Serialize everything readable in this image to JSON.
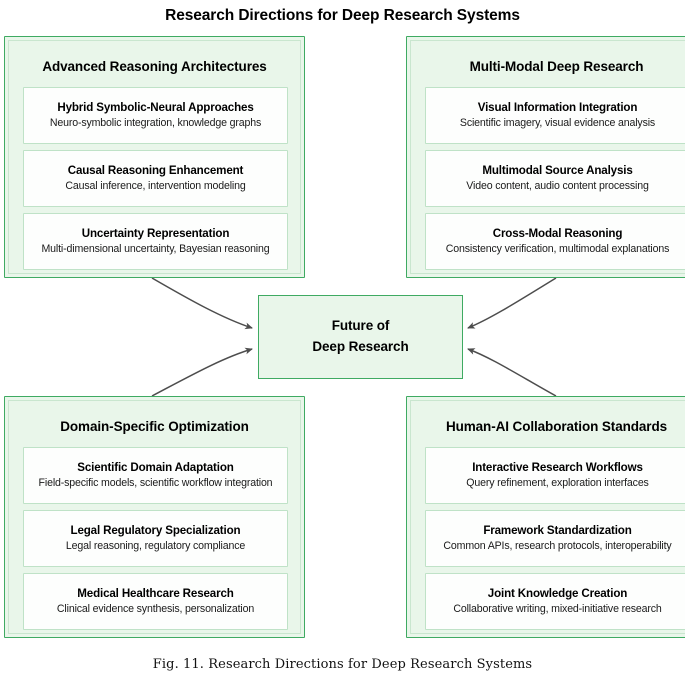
{
  "figure": {
    "title": "Research Directions for Deep Research Systems",
    "caption": "Fig. 11.  Research Directions for Deep Research Systems",
    "colors": {
      "cluster_fill": "#e9f6ea",
      "cluster_border": "#3faa62",
      "leaf_fill": "#fdfefd",
      "leaf_border": "#bfe2c7",
      "arrow": "#4d4d4d",
      "text": "#000000",
      "background": "#ffffff"
    }
  },
  "center": {
    "line1": "Future of",
    "line2": "Deep Research"
  },
  "clusters": [
    {
      "id": "advanced-reasoning-architectures",
      "title": "Advanced Reasoning Architectures",
      "items": [
        {
          "title": "Hybrid Symbolic-Neural Approaches",
          "subtitle": "Neuro-symbolic integration, knowledge graphs"
        },
        {
          "title": "Causal Reasoning Enhancement",
          "subtitle": "Causal inference, intervention modeling"
        },
        {
          "title": "Uncertainty Representation",
          "subtitle": "Multi-dimensional uncertainty, Bayesian reasoning"
        }
      ]
    },
    {
      "id": "multi-modal-deep-research",
      "title": "Multi-Modal Deep Research",
      "items": [
        {
          "title": "Visual Information Integration",
          "subtitle": "Scientific imagery, visual evidence analysis"
        },
        {
          "title": "Multimodal Source Analysis",
          "subtitle": "Video content, audio content processing"
        },
        {
          "title": "Cross-Modal Reasoning",
          "subtitle": "Consistency verification, multimodal explanations"
        }
      ]
    },
    {
      "id": "domain-specific-optimization",
      "title": "Domain-Specific Optimization",
      "items": [
        {
          "title": "Scientific Domain Adaptation",
          "subtitle": "Field-specific models, scientific workflow integration"
        },
        {
          "title": "Legal Regulatory Specialization",
          "subtitle": "Legal reasoning, regulatory compliance"
        },
        {
          "title": "Medical Healthcare Research",
          "subtitle": "Clinical evidence synthesis, personalization"
        }
      ]
    },
    {
      "id": "human-ai-collaboration-standards",
      "title": "Human-AI Collaboration Standards",
      "items": [
        {
          "title": "Interactive Research Workflows",
          "subtitle": "Query refinement, exploration interfaces"
        },
        {
          "title": "Framework Standardization",
          "subtitle": "Common APIs, research protocols, interoperability"
        },
        {
          "title": "Joint Knowledge Creation",
          "subtitle": "Collaborative writing, mixed-initiative research"
        }
      ]
    }
  ],
  "edges": [
    {
      "from": "advanced-reasoning-architectures",
      "to": "center"
    },
    {
      "from": "multi-modal-deep-research",
      "to": "center"
    },
    {
      "from": "domain-specific-optimization",
      "to": "center"
    },
    {
      "from": "human-ai-collaboration-standards",
      "to": "center"
    }
  ]
}
